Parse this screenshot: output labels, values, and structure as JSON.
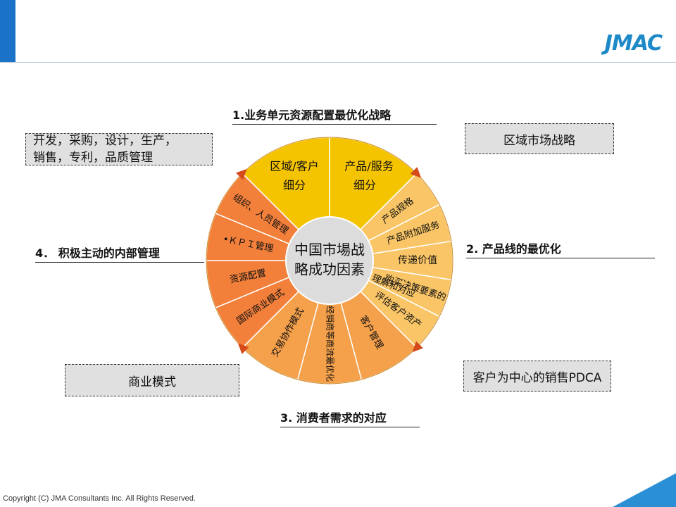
{
  "logo": "JMAC",
  "copyright": "Copyright (C) JMA Consultants Inc. All Rights Reserved.",
  "center_text": [
    "中国市場战",
    "略成功因素"
  ],
  "headings": {
    "top": "1.业务单元资源配置最优化战略",
    "right": "2. 产品线的最优化",
    "bottom": "3. 消费者需求的对应",
    "left": "4． 积极主动的内部管理"
  },
  "boxes": {
    "top_left_line1": "开发，采购，设计，生产，",
    "top_left_line2": "销售，专利，品质管理",
    "top_right": "区域市场战略",
    "bottom_left": "商业模式",
    "bottom_right": "客户为中心的销售PDCA"
  },
  "segments": {
    "top_left_line1": "区域/客户",
    "top_left_line2": "细分",
    "top_right_line1": "产品/服务",
    "top_right_line2": "细分",
    "r1": "产品规格",
    "r2": "产品附加服务",
    "r3": "传递价值",
    "r4a": "购买决策要素的",
    "r4b": "理解和对应",
    "r5": "评估客户资产",
    "b1": "客户管理",
    "b2": "经销商等商流最优化",
    "b3": "交易协作模式",
    "l1": "国际商业模式",
    "l2": "资源配置",
    "l3": "•ＫＰＩ管理",
    "l4": "组织、人员管理"
  },
  "colors": {
    "top_quadrant": "#f5c400",
    "right_quadrant": "#f9c566",
    "bottom_quadrant": "#f5a04a",
    "left_quadrant": "#f27f3a",
    "center": "#dcdcdc",
    "arrow": "#d44a1a"
  }
}
